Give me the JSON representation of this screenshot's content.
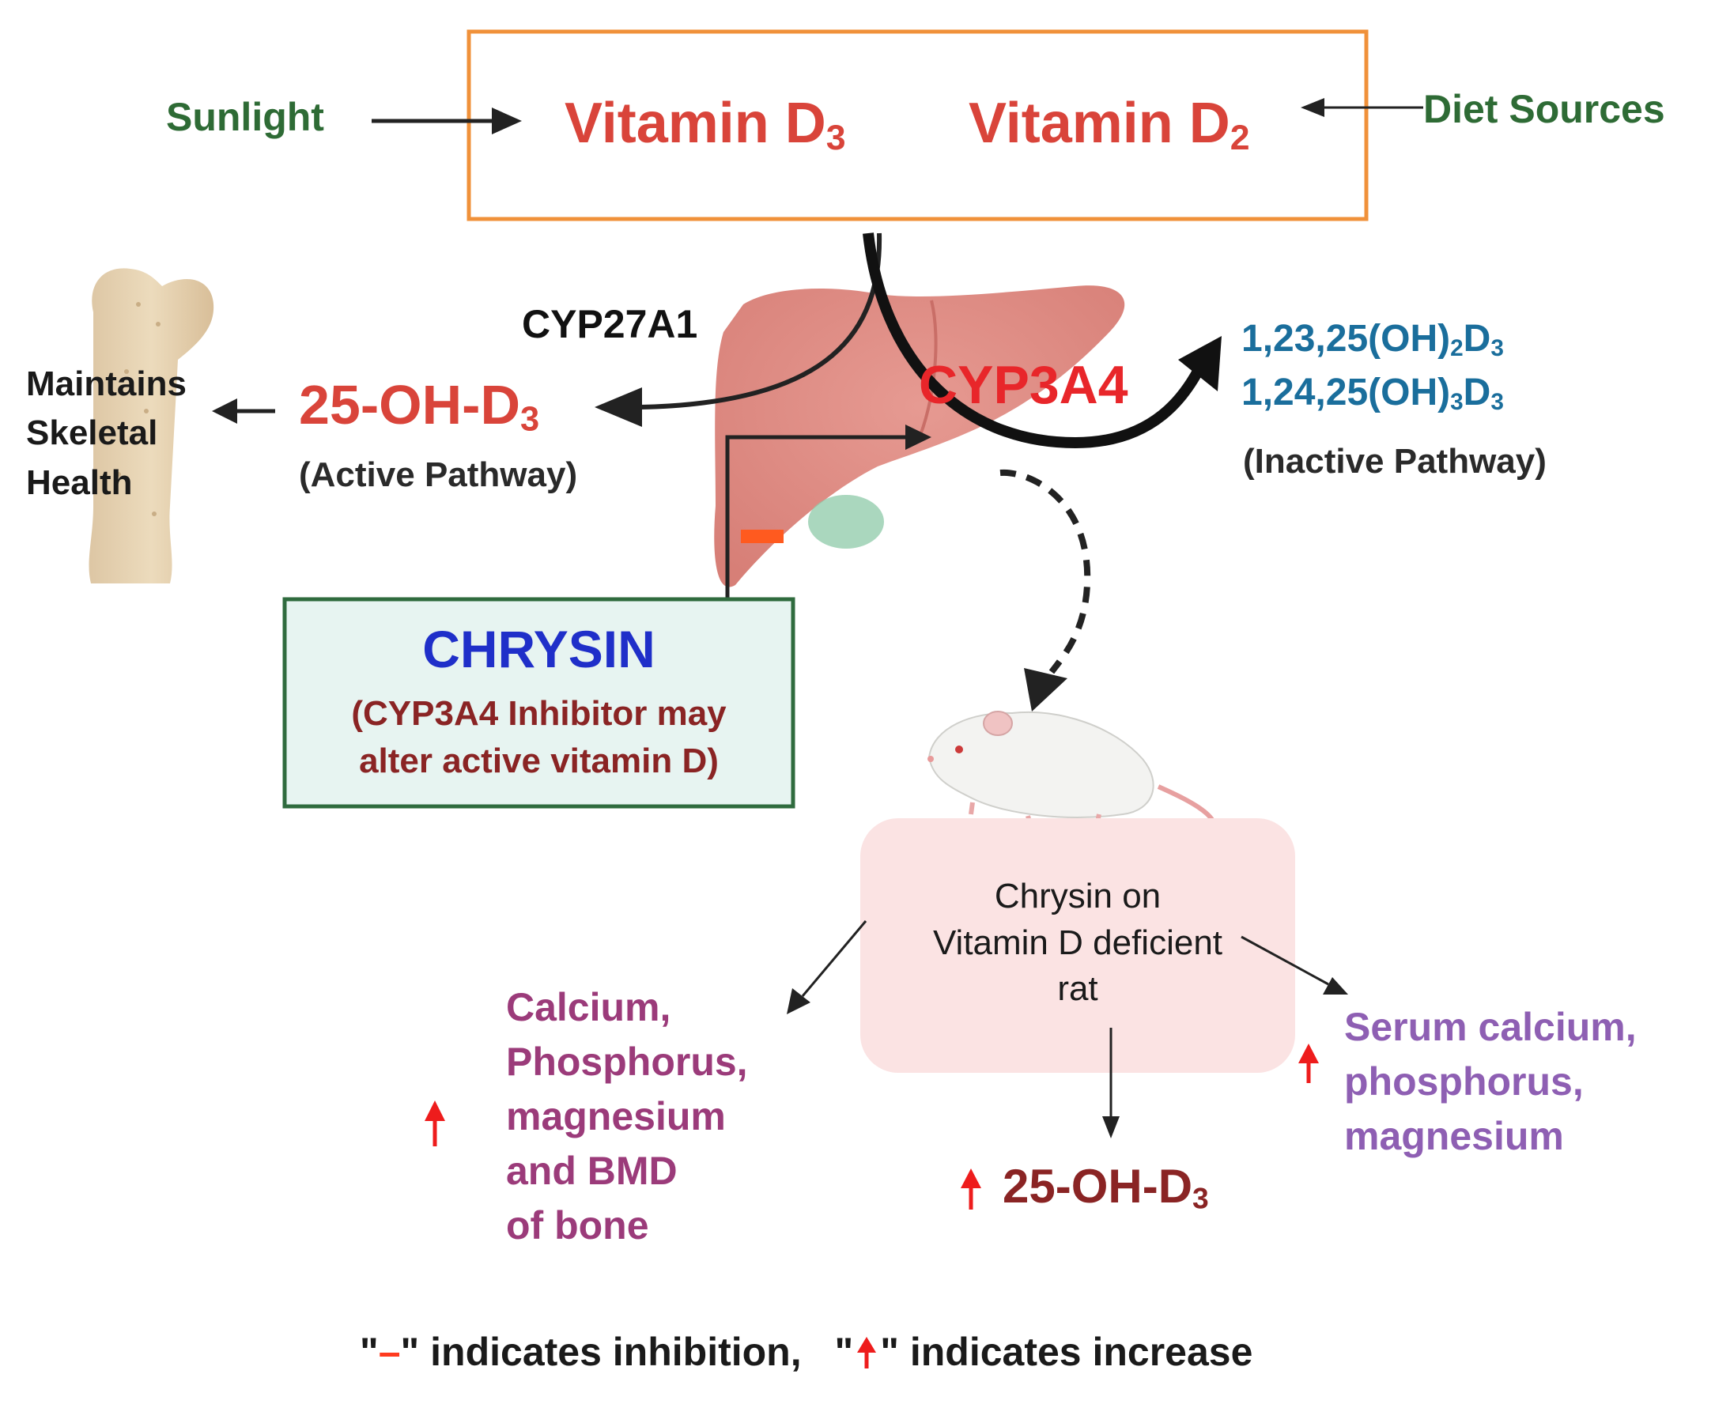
{
  "colors": {
    "green_text": "#2e6b35",
    "red_text": "#d9443a",
    "dark_red": "#8a2424",
    "blue": "#1f2fc9",
    "teal_blue": "#1a6e9c",
    "magenta": "#9b3b7a",
    "violet": "#8e5fb3",
    "orange_border": "#f0913a",
    "green_border": "#2f6b3e",
    "inhibition": "#ff5a1f",
    "increase": "#ee1c1c"
  },
  "top": {
    "sunlight": "Sunlight",
    "vitamin_d3": "Vitamin D",
    "vitamin_d3_sub": "3",
    "vitamin_d2": "Vitamin D",
    "vitamin_d2_sub": "2",
    "diet_sources": "Diet Sources"
  },
  "enzymes": {
    "cyp27a1": "CYP27A1",
    "cyp3a4": "CYP3A4"
  },
  "active": {
    "metabolite": "25-OH-D",
    "metabolite_sub": "3",
    "pathway": "(Active Pathway)",
    "bone_line1": "Maintains",
    "bone_line2": "Skeletal",
    "bone_line3": "Health"
  },
  "inactive": {
    "m1_a": "1,23,25(OH)",
    "m1_b": "2",
    "m1_c": "D",
    "m1_d": "3",
    "m2_a": "1,24,25(OH)",
    "m2_b": "3",
    "m2_c": "D",
    "m2_d": "3",
    "pathway": "(Inactive Pathway)"
  },
  "chrysin": {
    "title": "CHRYSIN",
    "line1": "(CYP3A4 Inhibitor may",
    "line2": "alter active vitamin D)"
  },
  "rat": {
    "line1": "Chrysin on",
    "line2": "Vitamin D deficient",
    "line3": "rat"
  },
  "outcomes": {
    "bone_lines": [
      "Calcium,",
      "Phosphorus,",
      "magnesium",
      "and  BMD",
      "of bone"
    ],
    "metabolite": "25-OH-D",
    "metabolite_sub": "3",
    "serum_lines": [
      "Serum calcium,",
      "phosphorus,",
      "magnesium"
    ]
  },
  "legend": {
    "q1": "\"",
    "minus_symbol": "–",
    "q2": "\"",
    "inhibition_text": " indicates inhibition,",
    "q3": "\"",
    "q4": "\"",
    "increase_text": " indicates increase"
  }
}
